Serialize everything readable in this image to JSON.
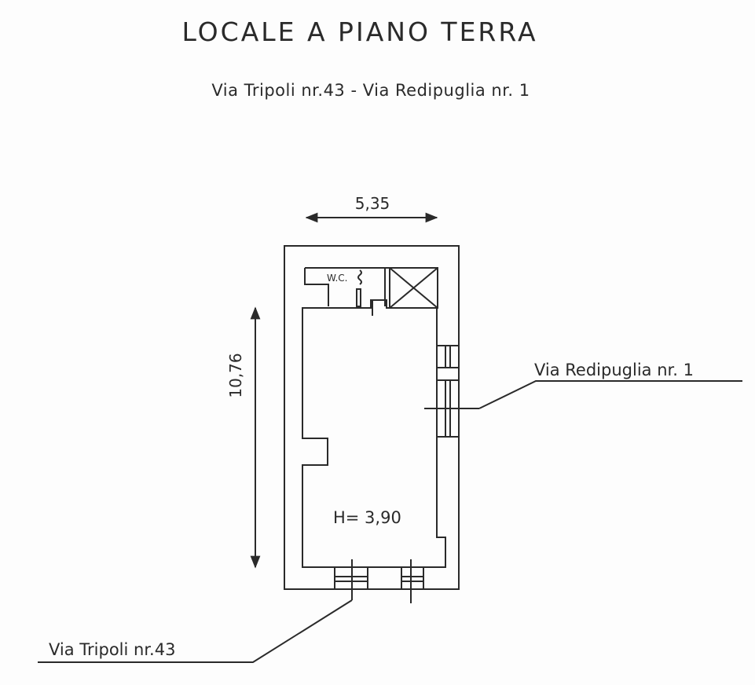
{
  "title": "LOCALE A PIANO TERRA",
  "subtitle": "Via Tripoli nr.43 - Via Redipuglia nr. 1",
  "dimensions": {
    "width": "5,35",
    "length": "10,76"
  },
  "rooms": {
    "wc": "W.C.",
    "ceiling_height": "H= 3,90"
  },
  "streets": {
    "east": "Via Redipuglia nr. 1",
    "south": "Via Tripoli nr.43"
  },
  "colors": {
    "ink": "#2a2a2a",
    "paper": "#fdfdfd"
  }
}
